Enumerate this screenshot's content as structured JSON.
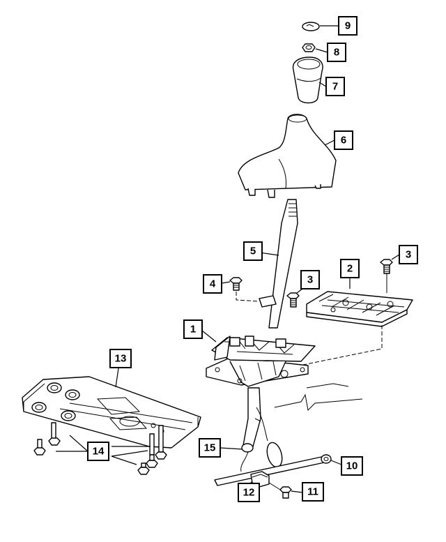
{
  "diagram": {
    "callouts": [
      {
        "id": "c1",
        "label": "1"
      },
      {
        "id": "c2",
        "label": "2"
      },
      {
        "id": "c3a",
        "label": "3"
      },
      {
        "id": "c3b",
        "label": "3"
      },
      {
        "id": "c4",
        "label": "4"
      },
      {
        "id": "c5",
        "label": "5"
      },
      {
        "id": "c6",
        "label": "6"
      },
      {
        "id": "c7",
        "label": "7"
      },
      {
        "id": "c8",
        "label": "8"
      },
      {
        "id": "c9",
        "label": "9"
      },
      {
        "id": "c10",
        "label": "10"
      },
      {
        "id": "c11",
        "label": "11"
      },
      {
        "id": "c12",
        "label": "12"
      },
      {
        "id": "c13",
        "label": "13"
      },
      {
        "id": "c14",
        "label": "14"
      },
      {
        "id": "c15",
        "label": "15"
      }
    ],
    "colors": {
      "line": "#000000",
      "background": "#ffffff"
    }
  }
}
